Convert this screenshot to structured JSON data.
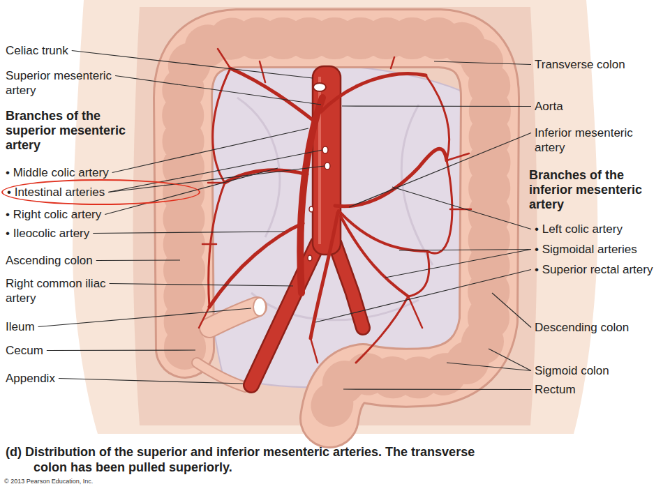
{
  "diagram": {
    "caption": "(d) Distribution of the superior and inferior mesenteric arteries. The transverse colon has been pulled superiorly.",
    "nodes": [
      {
        "text": [
          "• Intestinal arteries"
        ]
      }
    ],
    "labels": [
      "Celiac trunk",
      "Superior mesenteric artery",
      "Branches of the superior mesenteric artery",
      "• Middle colic artery",
      "• Right colic artery",
      "• Ileocolic artery",
      "Ascending colon",
      "Right common iliac artery",
      "Ileum",
      "Cecum",
      "Appendix",
      "Transverse colon",
      "Aorta",
      "Inferior mesenteric artery",
      "Branches of the inferior mesenteric artery",
      "• Left colic artery",
      "• Sigmoidal arteries",
      "• Superior rectal artery",
      "Descending colon",
      "Sigmoid colon",
      "Rectum",
      "© 2013 Pearson Education, Inc."
    ]
  }
}
